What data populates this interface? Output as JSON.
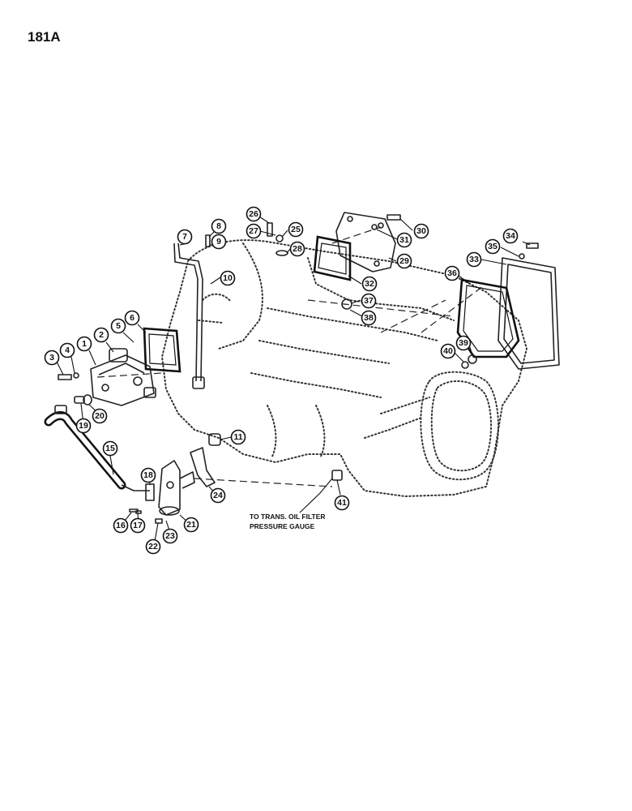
{
  "page": {
    "number": "181A"
  },
  "note": {
    "line1": "TO TRANS. OIL FILTER",
    "line2": "PRESSURE GAUGE"
  },
  "callouts": [
    "1",
    "2",
    "3",
    "4",
    "5",
    "6",
    "7",
    "8",
    "9",
    "10",
    "11",
    "15",
    "16",
    "17",
    "18",
    "19",
    "20",
    "21",
    "22",
    "23",
    "24",
    "25",
    "26",
    "27",
    "28",
    "29",
    "30",
    "31",
    "32",
    "33",
    "34",
    "35",
    "36",
    "37",
    "38",
    "39",
    "40",
    "41"
  ]
}
